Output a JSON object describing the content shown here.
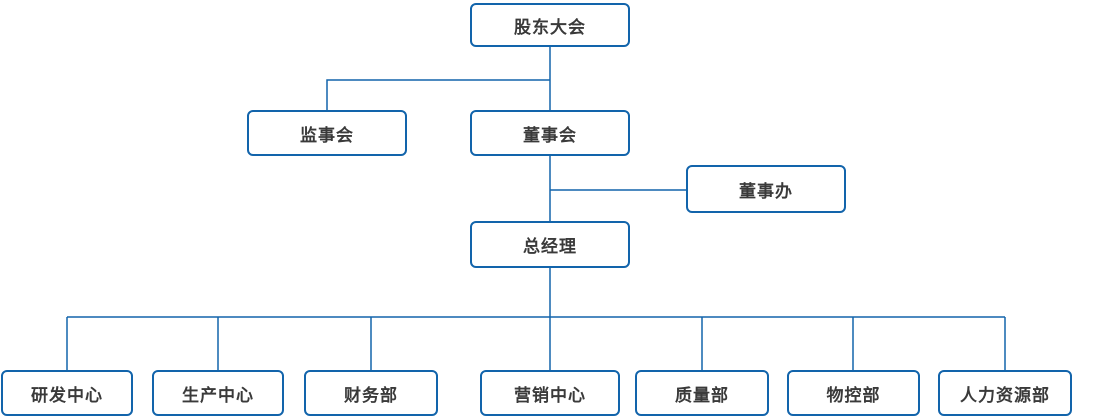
{
  "diagram": {
    "type": "org-chart",
    "colors": {
      "box_border": "#1264ab",
      "connector_line": "#1264ab",
      "label_text": "#3a3a3a",
      "background": "#ffffff"
    },
    "nodes": [
      {
        "id": "shareholders-meeting",
        "label": "股东大会",
        "level": 1,
        "parent": null
      },
      {
        "id": "supervisory-board",
        "label": "监事会",
        "level": 2,
        "parent": "shareholders-meeting"
      },
      {
        "id": "board-of-directors",
        "label": "董事会",
        "level": 2,
        "parent": "shareholders-meeting"
      },
      {
        "id": "board-office",
        "label": "董事办",
        "level": 3,
        "parent": "board-of-directors"
      },
      {
        "id": "general-manager",
        "label": "总经理",
        "level": 3,
        "parent": "board-of-directors"
      },
      {
        "id": "rd-center",
        "label": "研发中心",
        "level": 4,
        "parent": "general-manager"
      },
      {
        "id": "production-center",
        "label": "生产中心",
        "level": 4,
        "parent": "general-manager"
      },
      {
        "id": "finance-dept",
        "label": "财务部",
        "level": 4,
        "parent": "general-manager"
      },
      {
        "id": "marketing-center",
        "label": "营销中心",
        "level": 4,
        "parent": "general-manager"
      },
      {
        "id": "quality-dept",
        "label": "质量部",
        "level": 4,
        "parent": "general-manager"
      },
      {
        "id": "material-control-dept",
        "label": "物控部",
        "level": 4,
        "parent": "general-manager"
      },
      {
        "id": "hr-dept",
        "label": "人力资源部",
        "level": 4,
        "parent": "general-manager"
      }
    ]
  }
}
